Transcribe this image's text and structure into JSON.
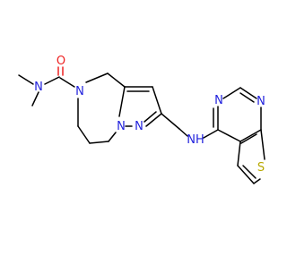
{
  "molecule": {
    "atoms": {
      "o": "O",
      "n_amide": "N",
      "n_ring": "N",
      "n_pz1": "N",
      "n_pz2": "N",
      "nh": "NH",
      "n_pyr1": "N",
      "n_pyr2": "N",
      "s": "S"
    },
    "colors": {
      "carbon": "#000000",
      "nitrogen": "#2222dd",
      "oxygen": "#ee2222",
      "sulfur": "#b8a800"
    }
  }
}
